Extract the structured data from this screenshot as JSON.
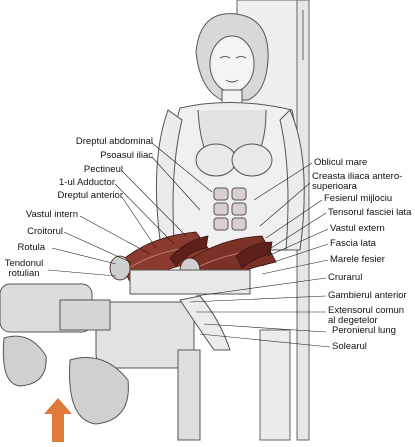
{
  "figure": {
    "subject": "seated-leg-extension-muscle-illustration",
    "labels_left": [
      "Dreptul abdominal",
      "Psoasul iliac",
      "Pectineul",
      "1-ul Adductor",
      "Dreptul anterior",
      "Vastul intern",
      "Croitorul",
      "Rotula",
      "Tendonul rotulian"
    ],
    "labels_right": [
      "Oblicul mare",
      "Creasta iliaca antero-superioara",
      "Fesierul mijlociu",
      "Tensorul fasciei lata",
      "Vastul extern",
      "Fascia lata",
      "Marele fesier",
      "Crurarul",
      "Gambierul anterior",
      "Extensorul comun al degetelor",
      "Peronierul lung",
      "Solearul"
    ]
  },
  "colors": {
    "muscle": "#8a3a2e",
    "muscle_dark": "#5e2119",
    "pointer_line": "#222222",
    "arrow": "#e07a3a",
    "sketch": "#555555"
  }
}
